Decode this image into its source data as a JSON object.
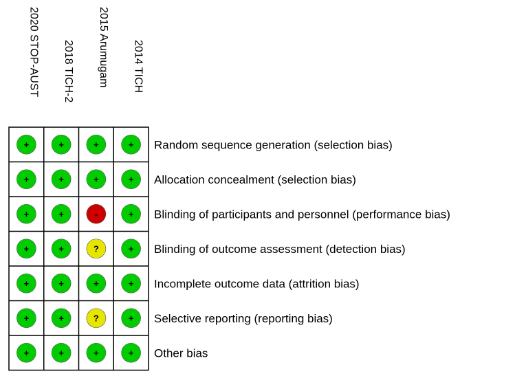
{
  "chart_data": {
    "type": "table",
    "studies": [
      "2020 STOP-AUST",
      "2018 TICH-2",
      "2015 Arumugam",
      "2014 TICH"
    ],
    "domains": [
      "Random sequence generation (selection bias)",
      "Allocation concealment (selection bias)",
      "Blinding of participants and personnel (performance bias)",
      "Blinding of outcome assessment (detection bias)",
      "Incomplete outcome data (attrition bias)",
      "Selective reporting (reporting bias)",
      "Other bias"
    ],
    "judgements": [
      [
        "low",
        "low",
        "low",
        "low"
      ],
      [
        "low",
        "low",
        "low",
        "low"
      ],
      [
        "low",
        "low",
        "high",
        "low"
      ],
      [
        "low",
        "low",
        "unclear",
        "low"
      ],
      [
        "low",
        "low",
        "low",
        "low"
      ],
      [
        "low",
        "low",
        "unclear",
        "low"
      ],
      [
        "low",
        "low",
        "low",
        "low"
      ]
    ],
    "symbols": {
      "low": "+",
      "high": "-",
      "unclear": "?"
    },
    "colors": {
      "low": "#00cc00",
      "high": "#cc0000",
      "unclear": "#e6e600",
      "grid": "#000000"
    }
  }
}
